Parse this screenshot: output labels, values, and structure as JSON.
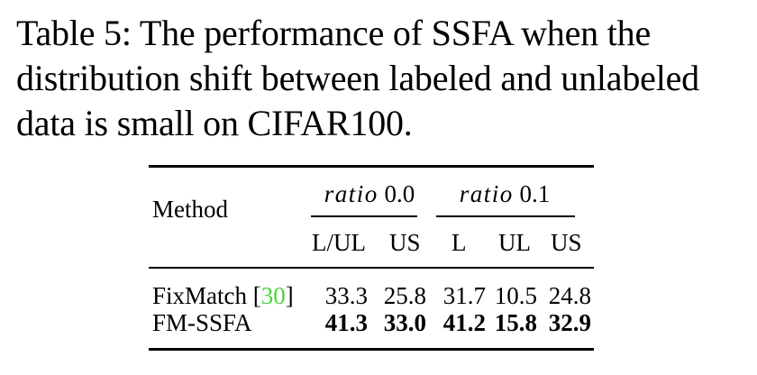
{
  "caption": "Table 5: The performance of SSFA when the distribution shift between labeled and unlabeled data is small on CIFAR100.",
  "table": {
    "method_header": "Method",
    "groups": [
      {
        "ratio_word": "ratio",
        "ratio_value": "0.0",
        "subcolumns": [
          "L/UL",
          "US"
        ]
      },
      {
        "ratio_word": "ratio",
        "ratio_value": "0.1",
        "subcolumns": [
          "L",
          "UL",
          "US"
        ]
      }
    ],
    "rows": [
      {
        "method": "FixMatch",
        "cite_open": "[",
        "cite": "30",
        "cite_close": "]",
        "values": [
          "33.3",
          "25.8",
          "31.7",
          "10.5",
          "24.8"
        ],
        "bold": false
      },
      {
        "method": "FM-SSFA",
        "values": [
          "41.3",
          "33.0",
          "41.2",
          "15.8",
          "32.9"
        ],
        "bold": true
      }
    ],
    "colors": {
      "citation": "#4cd43c",
      "text": "#000000"
    }
  }
}
